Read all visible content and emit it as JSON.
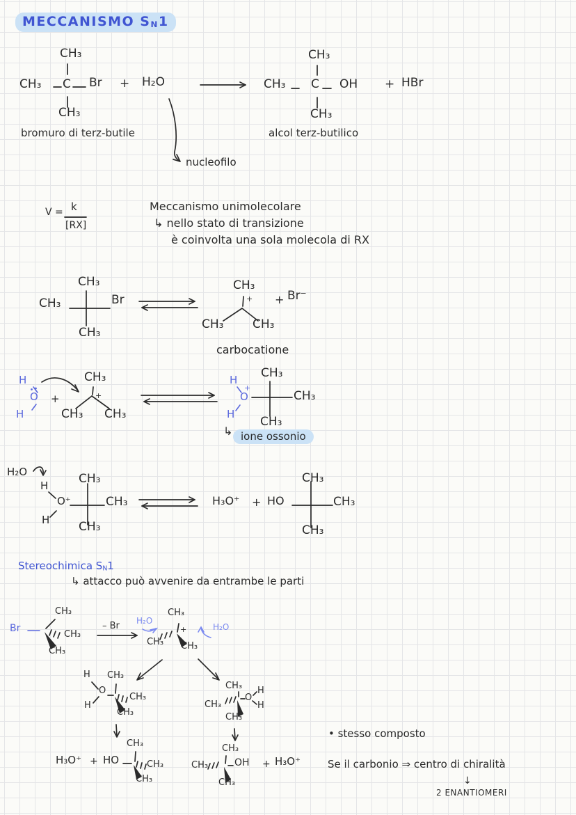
{
  "palette": {
    "paper": "#fbfbf8",
    "grid_line": "#e4e5e7",
    "ink": "#2b2b2b",
    "ink_blue": "#4055d2",
    "water_blue": "#5a68dd",
    "light_blue": "#7b8af0",
    "highlight": "#cbe2f6"
  },
  "sym": {
    "ch3": "CH₃",
    "h2o": "H₂O",
    "h3o_plus": "H₃O⁺",
    "br": "Br",
    "br_minus": "Br⁻",
    "hbr": "HBr",
    "oh": "OH",
    "ho": "HO",
    "o": "O",
    "o_plus": "O⁺",
    "c": "C",
    "h": "H",
    "plus": "+",
    "down_arrow": "↓"
  },
  "title": {
    "main": "MECCANISMO S",
    "sub": "N",
    "end": "1"
  },
  "reaction1": {
    "reactant_label": "bromuro di terz-butile",
    "product_label": "alcol terz-butilico",
    "nucleophile_label": "nucleofilo"
  },
  "rate": {
    "lhs": "V =",
    "numerator": "k",
    "denominator": "[RX]"
  },
  "mech_notes": {
    "line1": "Meccanismo unimolecolare",
    "line2": "↳ nello stato di transizione",
    "line3": "è coinvolta una sola molecola di RX"
  },
  "step1": {
    "carbocation_label": "carbocatione"
  },
  "step2": {
    "arrow": "↳",
    "oxonium_label": "ione ossonio"
  },
  "stereo": {
    "heading_main": "Stereochimica S",
    "heading_sub": "N",
    "heading_end": "1",
    "note": "↳ attacco può avvenire da entrambe le parti",
    "minus_br": "– Br",
    "same_compound": "• stesso composto",
    "chirality_note": "Se il carbonio ⇒ centro di chiralità",
    "enantiomers": "2 ENANTIOMERI"
  }
}
